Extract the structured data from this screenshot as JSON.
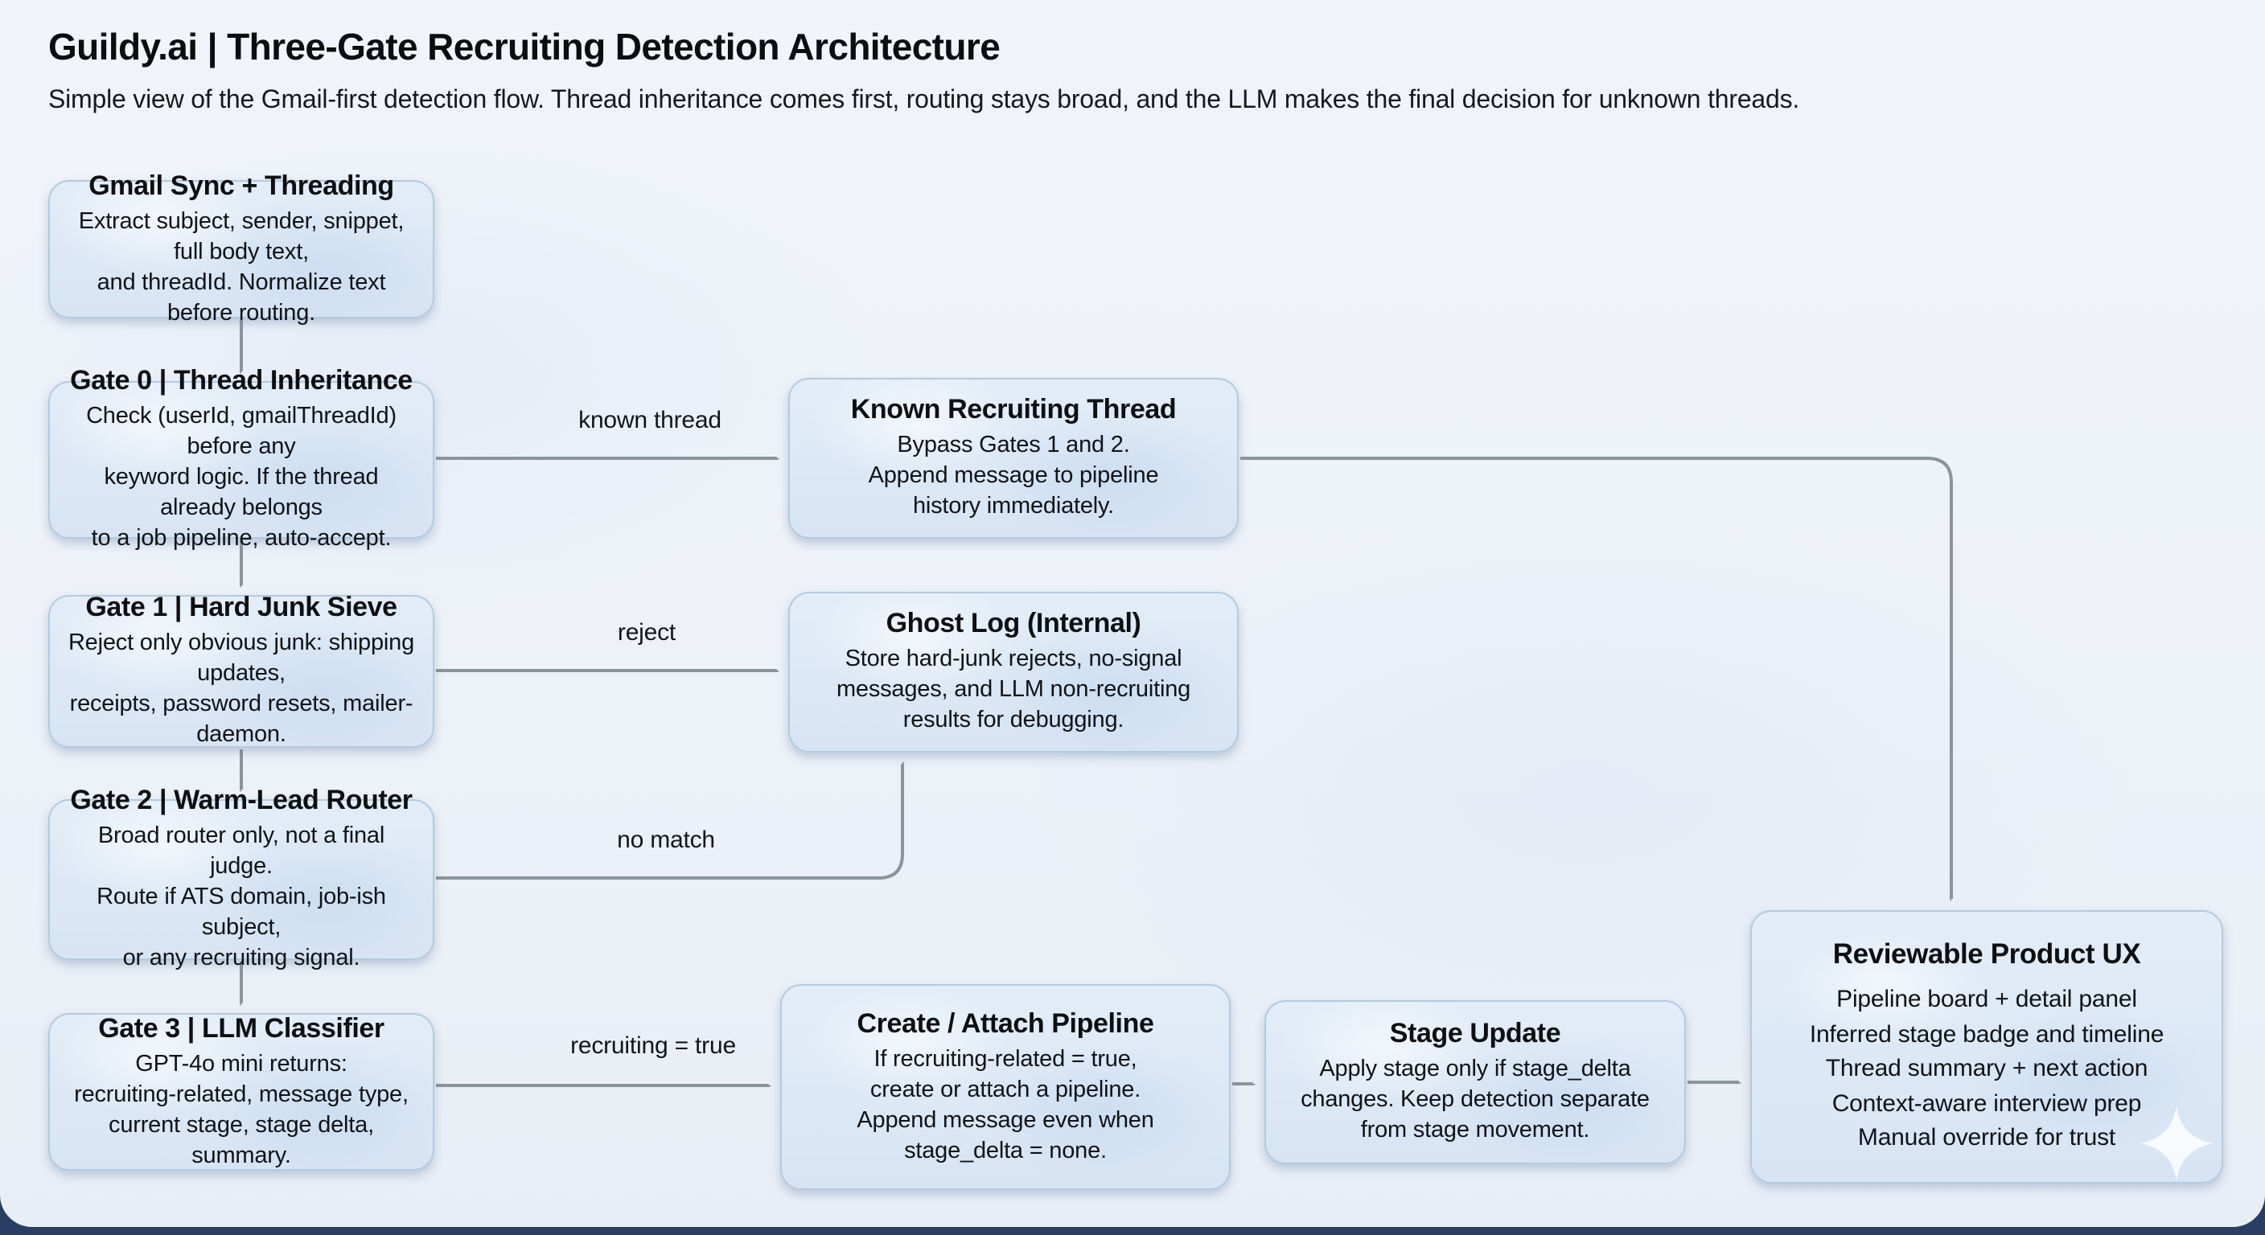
{
  "page": {
    "title": "Guildy.ai | Three-Gate Recruiting Detection Architecture",
    "subtitle": "Simple view of the Gmail-first detection flow. Thread inheritance comes first, routing stays broad, and the LLM makes the final decision for unknown threads."
  },
  "colors": {
    "page_edge_background": "#2a3e63",
    "canvas_background": "#eef1f8",
    "node_fill": "#dce8f5",
    "node_border": "#b4cade",
    "connector": "#8c949b",
    "text": "#101317"
  },
  "nodes": [
    {
      "id": "gmail-sync",
      "title": "Gmail Sync + Threading",
      "lines": [
        "Extract subject, sender, snippet, full body text,",
        "and threadId. Normalize text before routing."
      ]
    },
    {
      "id": "gate-0",
      "title": "Gate 0 | Thread Inheritance",
      "lines": [
        "Check (userId, gmailThreadId) before any",
        "keyword logic. If the thread already belongs",
        "to a job pipeline, auto-accept."
      ]
    },
    {
      "id": "gate-1",
      "title": "Gate 1 | Hard Junk Sieve",
      "lines": [
        "Reject only obvious junk: shipping updates,",
        "receipts, password resets, mailer-daemon."
      ]
    },
    {
      "id": "gate-2",
      "title": "Gate 2 | Warm-Lead Router",
      "lines": [
        "Broad router only, not a final judge.",
        "Route if ATS domain, job-ish subject,",
        "or any recruiting signal."
      ]
    },
    {
      "id": "gate-3",
      "title": "Gate 3 | LLM Classifier",
      "lines": [
        "GPT-4o mini returns:",
        "recruiting-related, message type,",
        "current stage, stage delta, summary."
      ]
    },
    {
      "id": "known-recruiting-thread",
      "title": "Known Recruiting Thread",
      "lines": [
        "Bypass Gates 1 and 2.",
        "Append message to pipeline",
        "history immediately."
      ]
    },
    {
      "id": "ghost-log",
      "title": "Ghost Log (Internal)",
      "lines": [
        "Store hard-junk rejects, no-signal",
        "messages, and LLM non-recruiting",
        "results for debugging."
      ]
    },
    {
      "id": "create-attach-pipeline",
      "title": "Create / Attach Pipeline",
      "lines": [
        "If recruiting-related = true,",
        "create or attach a pipeline.",
        "Append message even when",
        "stage_delta = none."
      ]
    },
    {
      "id": "stage-update",
      "title": "Stage Update",
      "lines": [
        "Apply stage only if stage_delta",
        "changes. Keep detection separate",
        "from stage movement."
      ]
    },
    {
      "id": "reviewable-product-ux",
      "title": "Reviewable Product UX",
      "lines": [
        "Pipeline board + detail panel",
        "Inferred stage badge and timeline",
        "Thread summary + next action",
        "Context-aware interview prep",
        "Manual override for trust"
      ]
    }
  ],
  "edges": {
    "known_thread": {
      "label": "known thread"
    },
    "reject": {
      "label": "reject"
    },
    "no_match": {
      "label": "no match"
    },
    "recruiting_true": {
      "label": "recruiting = true"
    }
  }
}
